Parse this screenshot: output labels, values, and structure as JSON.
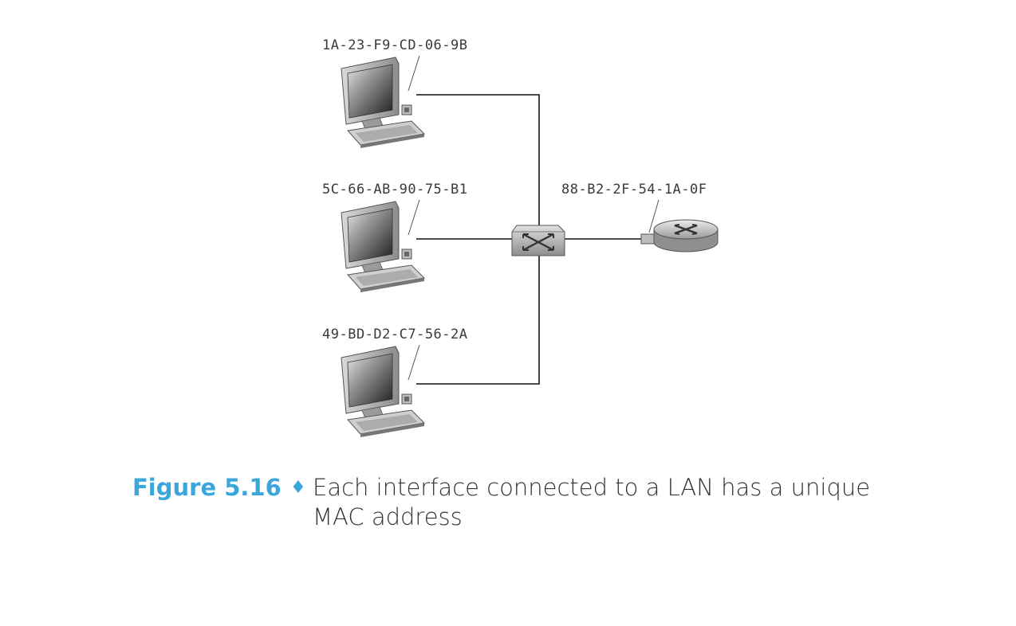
{
  "figure": {
    "label": "Figure 5.16",
    "separator": "♦",
    "caption": "Each interface connected to a LAN has a unique MAC address",
    "accent_color": "#3aa6dc"
  },
  "diagram": {
    "hosts": [
      {
        "mac": "1A-23-F9-CD-06-9B",
        "icon": "computer-icon"
      },
      {
        "mac": "5C-66-AB-90-75-B1",
        "icon": "computer-icon"
      },
      {
        "mac": "49-BD-D2-C7-56-2A",
        "icon": "computer-icon"
      }
    ],
    "switch": {
      "icon": "switch-icon"
    },
    "router": {
      "mac": "88-B2-2F-54-1A-0F",
      "icon": "router-icon"
    }
  }
}
